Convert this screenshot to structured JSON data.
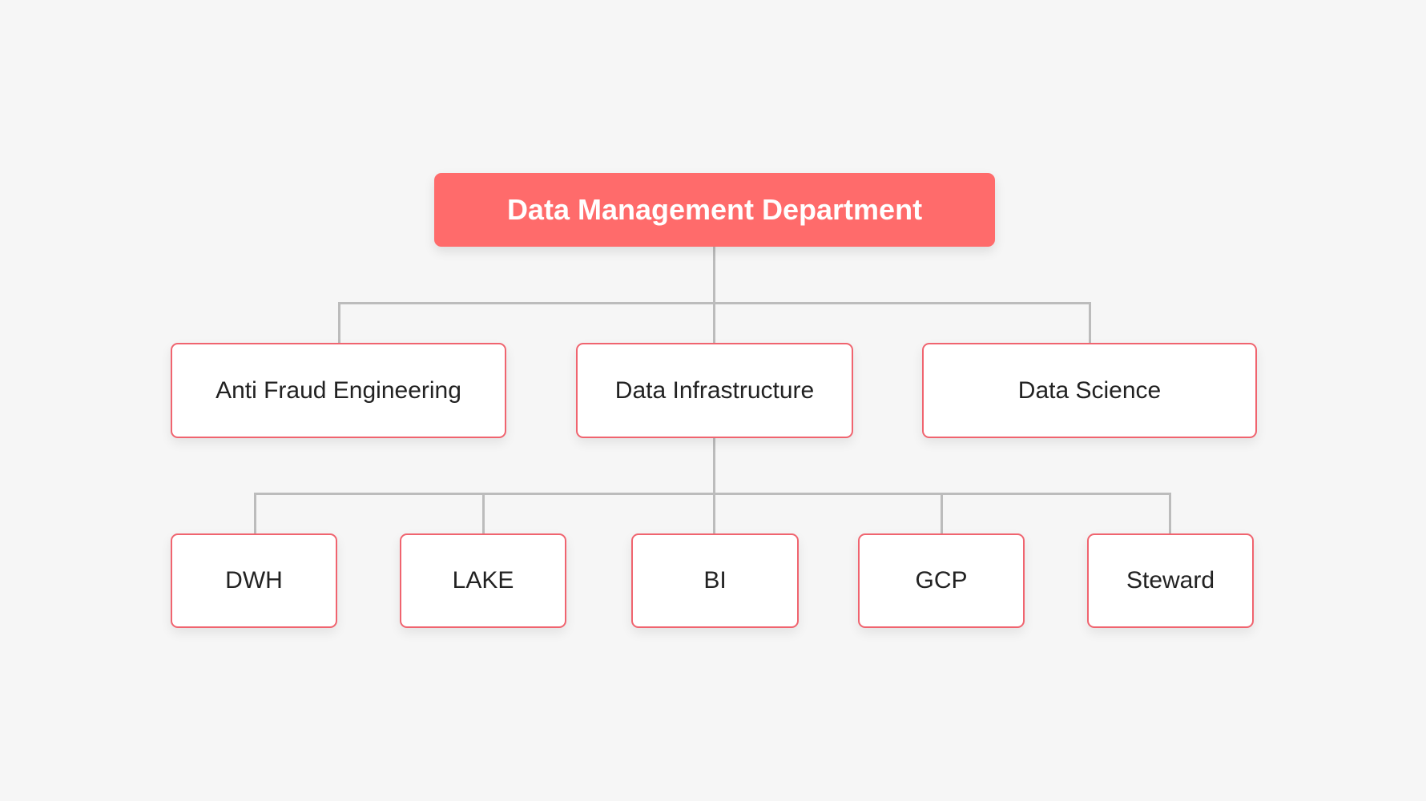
{
  "diagram": {
    "type": "org-chart",
    "colors": {
      "background": "#f6f6f6",
      "root_fill": "#ff6b6b",
      "node_border": "#f0646f",
      "connector": "#bcbcbc",
      "text_dark": "#222222",
      "text_light": "#ffffff"
    },
    "root": {
      "label": "Data Management Department"
    },
    "level1": [
      {
        "label": "Anti Fraud Engineering"
      },
      {
        "label": "Data Infrastructure"
      },
      {
        "label": "Data Science"
      }
    ],
    "level2_parent": "Data Infrastructure",
    "level2": [
      {
        "label": "DWH"
      },
      {
        "label": "LAKE"
      },
      {
        "label": "BI"
      },
      {
        "label": "GCP"
      },
      {
        "label": "Steward"
      }
    ]
  }
}
